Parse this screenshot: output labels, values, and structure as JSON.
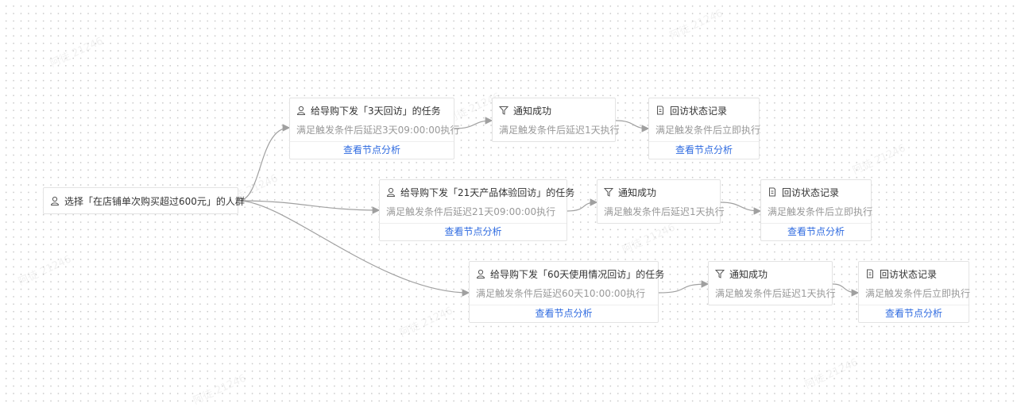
{
  "watermark": "阿徒 21246",
  "root": {
    "label": "选择「在店铺单次购买超过600元」的人群"
  },
  "rows": [
    {
      "task": {
        "title": "给导购下发「3天回访」的任务",
        "desc": "满足触发条件后延迟3天09:00:00执行",
        "link": "查看节点分析"
      },
      "notify": {
        "title": "通知成功",
        "desc": "满足触发条件后延迟1天执行"
      },
      "record": {
        "title": "回访状态记录",
        "desc": "满足触发条件后立即执行",
        "link": "查看节点分析"
      }
    },
    {
      "task": {
        "title": "给导购下发「21天产品体验回访」的任务",
        "desc": "满足触发条件后延迟21天09:00:00执行",
        "link": "查看节点分析"
      },
      "notify": {
        "title": "通知成功",
        "desc": "满足触发条件后延迟1天执行"
      },
      "record": {
        "title": "回访状态记录",
        "desc": "满足触发条件后立即执行",
        "link": "查看节点分析"
      }
    },
    {
      "task": {
        "title": "给导购下发「60天使用情况回访」的任务",
        "desc": "满足触发条件后延迟60天10:00:00执行",
        "link": "查看节点分析"
      },
      "notify": {
        "title": "通知成功",
        "desc": "满足触发条件后延迟1天执行"
      },
      "record": {
        "title": "回访状态记录",
        "desc": "满足触发条件后立即执行",
        "link": "查看节点分析"
      }
    }
  ],
  "colors": {
    "link": "#2f6be0",
    "edge": "#a0a0a0"
  }
}
